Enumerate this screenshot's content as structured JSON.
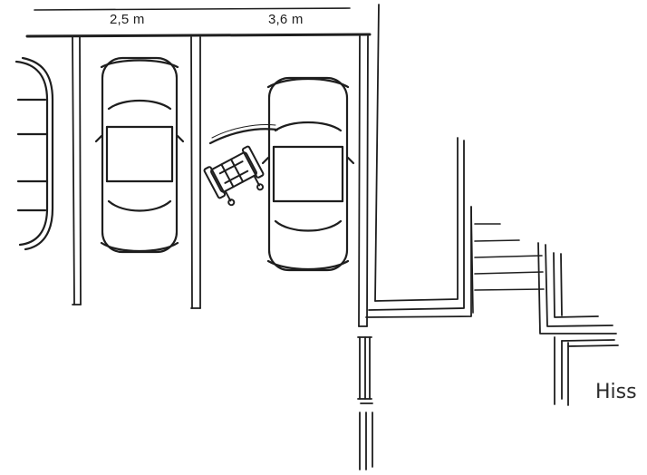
{
  "labels": {
    "width_left": "2,5 m",
    "width_right": "3,6 m",
    "elevator": "Hiss"
  },
  "colors": {
    "ink": "#1e1e1e",
    "background": "#ffffff"
  },
  "icons": {
    "car": "car-top-view",
    "wheelchair": "wheelchair-top-view"
  }
}
